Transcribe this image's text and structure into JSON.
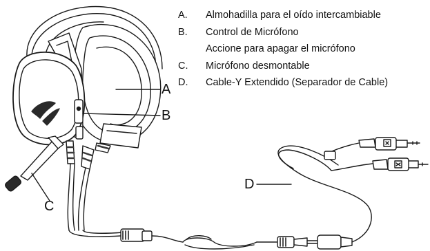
{
  "legend": [
    {
      "letter": "A.",
      "text": "Almohadilla para el oído intercambiable"
    },
    {
      "letter": "B.",
      "text": "Control de Micrófono"
    },
    {
      "letter": "",
      "text": "Accione para apagar el micrófono"
    },
    {
      "letter": "C.",
      "text": "Micrófono desmontable"
    },
    {
      "letter": "D.",
      "text": "Cable-Y Extendido (Separador de Cable)"
    }
  ],
  "callouts": {
    "a": "A",
    "b": "B",
    "c": "C",
    "d": "D"
  },
  "colors": {
    "line": "#1a1a1a",
    "fill": "#ffffff",
    "shade": "#3a3a3a"
  }
}
